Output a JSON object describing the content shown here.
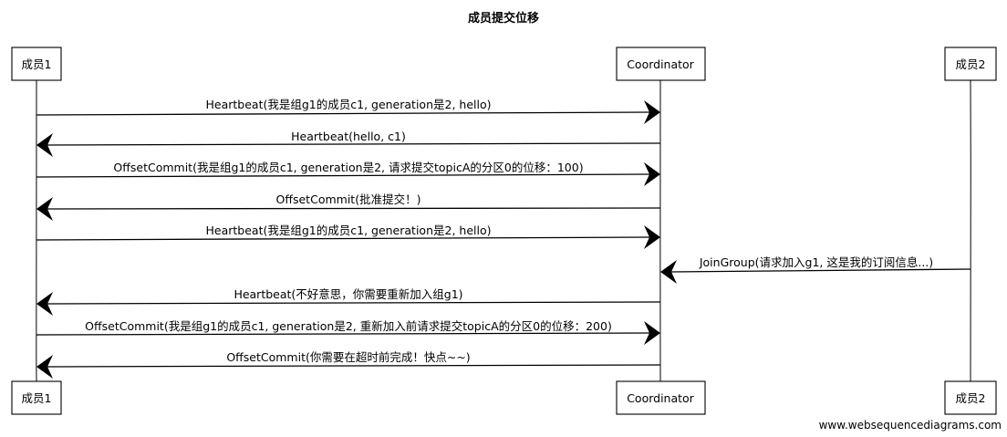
{
  "title": "成员提交位移",
  "participants": [
    {
      "id": "m1",
      "label": "成员1"
    },
    {
      "id": "co",
      "label": "Coordinator"
    },
    {
      "id": "m2",
      "label": "成员2"
    }
  ],
  "messages": [
    {
      "from": "m1",
      "to": "co",
      "text": "Heartbeat(我是组g1的成员c1, generation是2, hello)"
    },
    {
      "from": "co",
      "to": "m1",
      "text": "Heartbeat(hello, c1)"
    },
    {
      "from": "m1",
      "to": "co",
      "text": "OffsetCommit(我是组g1的成员c1, generation是2, 请求提交topicA的分区0的位移：100)"
    },
    {
      "from": "co",
      "to": "m1",
      "text": "OffsetCommit(批准提交！)"
    },
    {
      "from": "m1",
      "to": "co",
      "text": "Heartbeat(我是组g1的成员c1, generation是2, hello)"
    },
    {
      "from": "m2",
      "to": "co",
      "text": "JoinGroup(请求加入g1, 这是我的订阅信息...)"
    },
    {
      "from": "co",
      "to": "m1",
      "text": "Heartbeat(不好意思，你需要重新加入组g1)"
    },
    {
      "from": "m1",
      "to": "co",
      "text": "OffsetCommit(我是组g1的成员c1, generation是2, 重新加入前请求提交topicA的分区0的位移：200)"
    },
    {
      "from": "co",
      "to": "m1",
      "text": "OffsetCommit(你需要在超时前完成！快点~~)"
    }
  ],
  "watermark": "www.websequencediagrams.com"
}
